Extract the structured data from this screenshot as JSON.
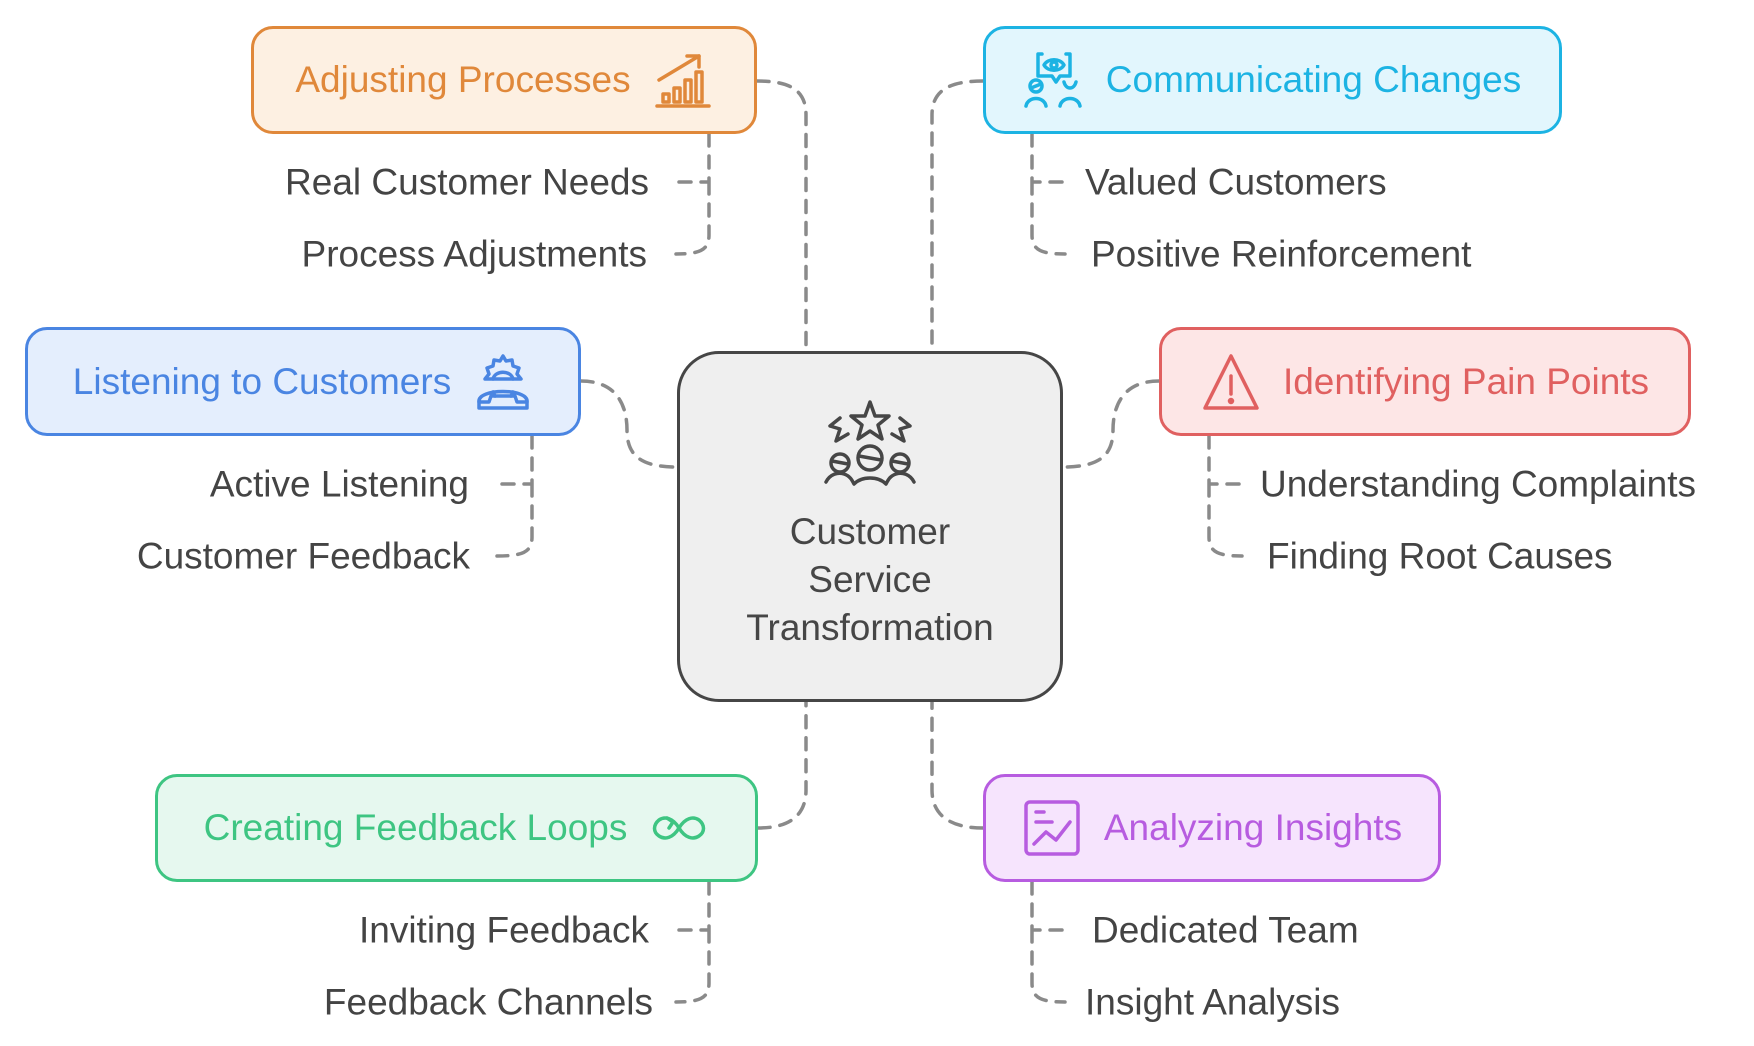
{
  "diagram": {
    "center": {
      "title_lines": [
        "Customer",
        "Service",
        "Transformation"
      ],
      "icon": "customer-rating-stars-icon",
      "color": "#464646",
      "fill": "#efefef"
    },
    "topics": [
      {
        "id": "adjusting-processes",
        "label": "Adjusting Processes",
        "icon": "growth-chart-icon",
        "color": "#e0883a",
        "fill": "#fdf0e2",
        "items": [
          "Real Customer Needs",
          "Process Adjustments"
        ]
      },
      {
        "id": "communicating-changes",
        "label": "Communicating Changes",
        "icon": "people-communication-icon",
        "color": "#1cb3e3",
        "fill": "#e2f6fd",
        "items": [
          "Valued Customers",
          "Positive Reinforcement"
        ]
      },
      {
        "id": "listening-to-customers",
        "label": "Listening to Customers",
        "icon": "customer-support-icon",
        "color": "#4a85e2",
        "fill": "#e4eefd",
        "items": [
          "Active Listening",
          "Customer Feedback"
        ]
      },
      {
        "id": "identifying-pain-points",
        "label": "Identifying Pain Points",
        "icon": "warning-triangle-icon",
        "color": "#e06060",
        "fill": "#fde6e6",
        "items": [
          "Understanding Complaints",
          "Finding Root Causes"
        ]
      },
      {
        "id": "creating-feedback-loops",
        "label": "Creating Feedback Loops",
        "icon": "infinity-loop-icon",
        "color": "#3ec582",
        "fill": "#e6f8ef",
        "items": [
          "Inviting Feedback",
          "Feedback Channels"
        ]
      },
      {
        "id": "analyzing-insights",
        "label": "Analyzing Insights",
        "icon": "analytics-chart-icon",
        "color": "#b75ce0",
        "fill": "#f6e4fd",
        "items": [
          "Dedicated Team",
          "Insight Analysis"
        ]
      }
    ],
    "connector_color": "#8a8a8a",
    "subtext_color": "#444444"
  }
}
